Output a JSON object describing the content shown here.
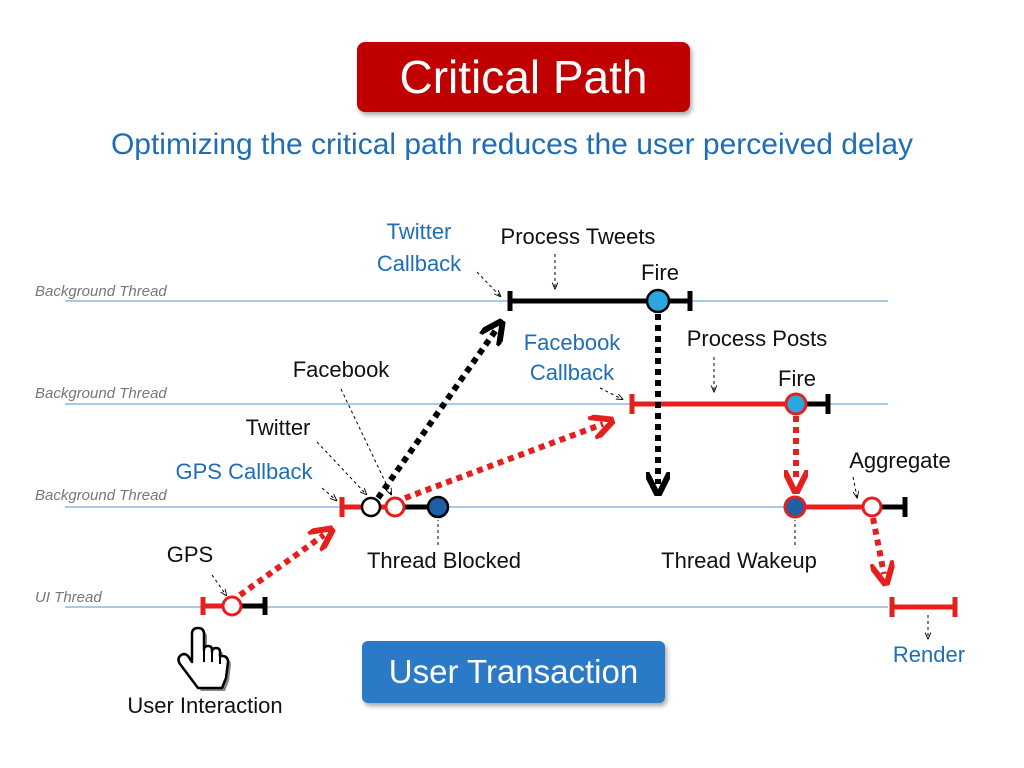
{
  "slide": {
    "title": "Critical Path",
    "subtitle": "Optimizing the critical path reduces the user perceived delay",
    "user_transaction": "User Transaction"
  },
  "threads": {
    "bg1": "Background Thread",
    "bg2": "Background Thread",
    "bg3": "Background Thread",
    "ui": "UI Thread"
  },
  "labels": {
    "twitter_callback_1": "Twitter",
    "twitter_callback_2": "Callback",
    "process_tweets": "Process Tweets",
    "fire_1": "Fire",
    "facebook_callback_1": "Facebook",
    "facebook_callback_2": "Callback",
    "process_posts": "Process Posts",
    "fire_2": "Fire",
    "facebook": "Facebook",
    "twitter": "Twitter",
    "gps_callback": "GPS Callback",
    "aggregate": "Aggregate",
    "gps": "GPS",
    "thread_blocked": "Thread Blocked",
    "thread_wakeup": "Thread Wakeup",
    "render": "Render",
    "user_interaction": "User Interaction"
  },
  "icons": {
    "hand": "pointing-hand-icon"
  },
  "colors": {
    "critical": "#e51e1e",
    "title_bg": "#c00000",
    "accent_blue": "#1f6eb5",
    "fire_dot": "#29a8e0",
    "blocked_dot": "#1e5fa8",
    "thread_line": "#7aa7d6"
  }
}
